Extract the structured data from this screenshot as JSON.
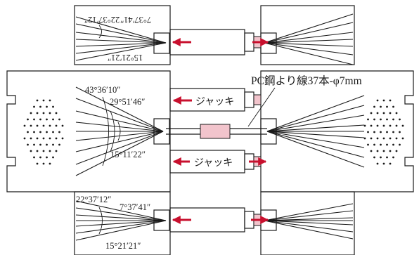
{
  "top": {
    "angles": [
      "7°37′41″",
      "22°37′12″",
      "15°21′21″"
    ]
  },
  "middle": {
    "angles": [
      "43°36′10″",
      "29°51′46″",
      "15°11′22″"
    ],
    "jack_top": "ジャッキ",
    "jack_bottom": "ジャッキ",
    "strand_label": "PC鋼より線37本-φ7mm"
  },
  "bottom": {
    "angles": [
      "22°37′12″",
      "7°37′41″",
      "15°21′21″"
    ]
  },
  "colors": {
    "arrow": "#c8102e",
    "coupler": "#f2c4cc",
    "line": "#1a1a1a"
  }
}
